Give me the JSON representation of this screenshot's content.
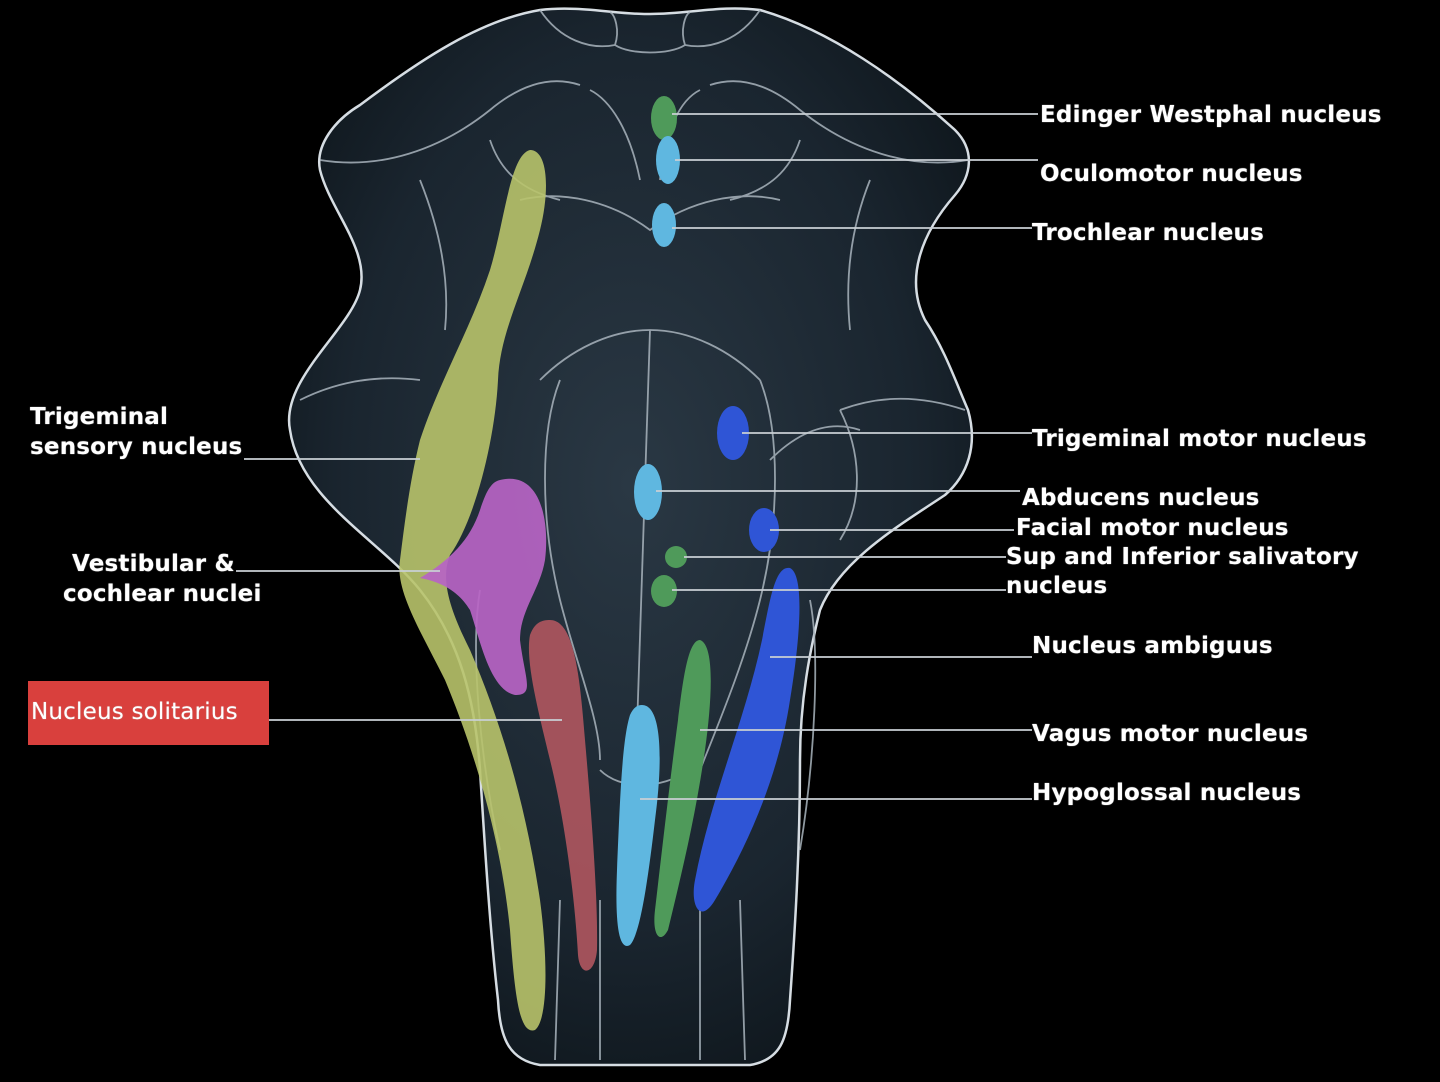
{
  "labels": {
    "edinger_westphal": "Edinger Westphal nucleus",
    "oculomotor": "Oculomotor nucleus",
    "trochlear": "Trochlear nucleus",
    "trigeminal_sensory_line1": "Trigeminal",
    "trigeminal_sensory_line2": "sensory nucleus",
    "trigeminal_motor": "Trigeminal motor nucleus",
    "abducens": "Abducens nucleus",
    "facial_motor": "Facial motor nucleus",
    "salivatory_line1": "Sup and Inferior salivatory",
    "salivatory_line2": "nucleus",
    "vestibular_line1": "Vestibular &",
    "vestibular_line2": "cochlear nuclei",
    "nucleus_ambiguus": "Nucleus ambiguus",
    "nucleus_solitarius": "Nucleus solitarius",
    "vagus_motor": "Vagus motor nucleus",
    "hypoglossal": "Hypoglossal nucleus"
  },
  "highlighted": "nucleus_solitarius",
  "colors": {
    "background": "#000000",
    "outline": "#d6dde3",
    "brainstem_fill": "#1b2630",
    "highlight": "#d9403d",
    "olive_green": "#b8c36a",
    "green": "#4f9a5a",
    "light_blue": "#5fb7e0",
    "dark_blue": "#2f55d6",
    "purple": "#b764c4",
    "rose": "#b0565f"
  }
}
